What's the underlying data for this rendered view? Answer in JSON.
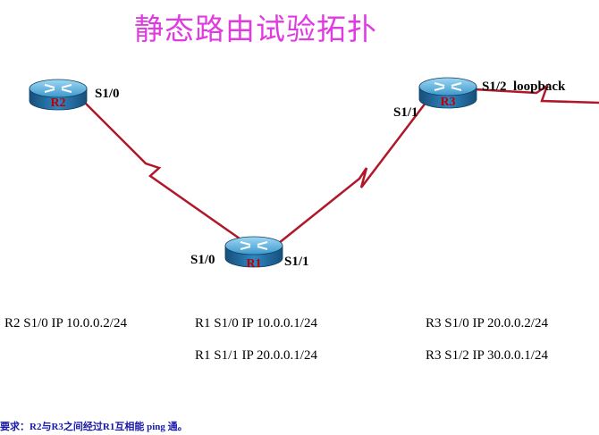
{
  "title": "静态路由试验拓扑",
  "routers": {
    "r1": {
      "name": "R1",
      "left_port": "S1/0",
      "right_port": "S1/1"
    },
    "r2": {
      "name": "R2",
      "port": "S1/0"
    },
    "r3": {
      "name": "R3",
      "left_port": "S1/1",
      "right_port": "S1/2  loopback"
    }
  },
  "ip_info": {
    "r2_s10": "R2 S1/0 IP 10.0.0.2/24",
    "r1_s10": "R1 S1/0 IP 10.0.0.1/24",
    "r1_s11": "R1 S1/1 IP 20.0.0.1/24",
    "r3_s10": "R3 S1/0 IP 20.0.0.2/24",
    "r3_s12": "R3 S1/2 IP 30.0.0.1/24"
  },
  "requirement": "要求：R2与R3之间经过R1互相能 ping 通。",
  "colors": {
    "title": "#e03be0",
    "link": "#b0182a",
    "router_top": "#5fb6e0",
    "router_side": "#1f6aa0",
    "router_label": "#c00000",
    "requirement": "#1a1aa8"
  }
}
